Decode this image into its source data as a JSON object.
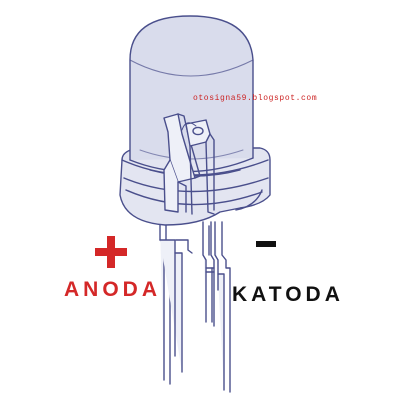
{
  "watermark": "otosigna59.blogspot.com",
  "terminals": {
    "anode": {
      "symbol": "+",
      "label": "ANODA"
    },
    "cathode": {
      "symbol": "-",
      "label": "KATODA"
    }
  },
  "colors": {
    "outline": "#4a4f8c",
    "body_fill": "#e3e5f1",
    "dome_fill": "#d9dcec",
    "anode_accent": "#d42828",
    "cathode_accent": "#111111"
  }
}
